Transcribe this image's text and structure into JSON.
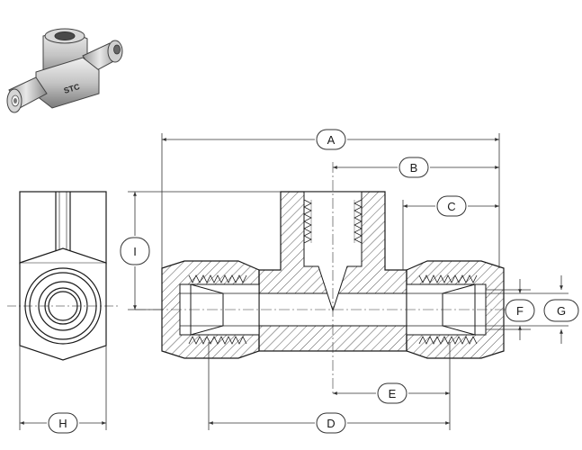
{
  "product": {
    "brand_mark": "STC"
  },
  "dimensions": {
    "A": "A",
    "B": "B",
    "C": "C",
    "D": "D",
    "E": "E",
    "F": "F",
    "G": "G",
    "H": "H",
    "I": "I"
  },
  "colors": {
    "line": "#1a1a1a",
    "hatch": "#555555",
    "body_fill": "#ffffff",
    "iso_light": "#e6e6e6",
    "iso_mid": "#b9b9b9",
    "iso_dark": "#7d7d7d",
    "dimension_line": "#333333"
  }
}
